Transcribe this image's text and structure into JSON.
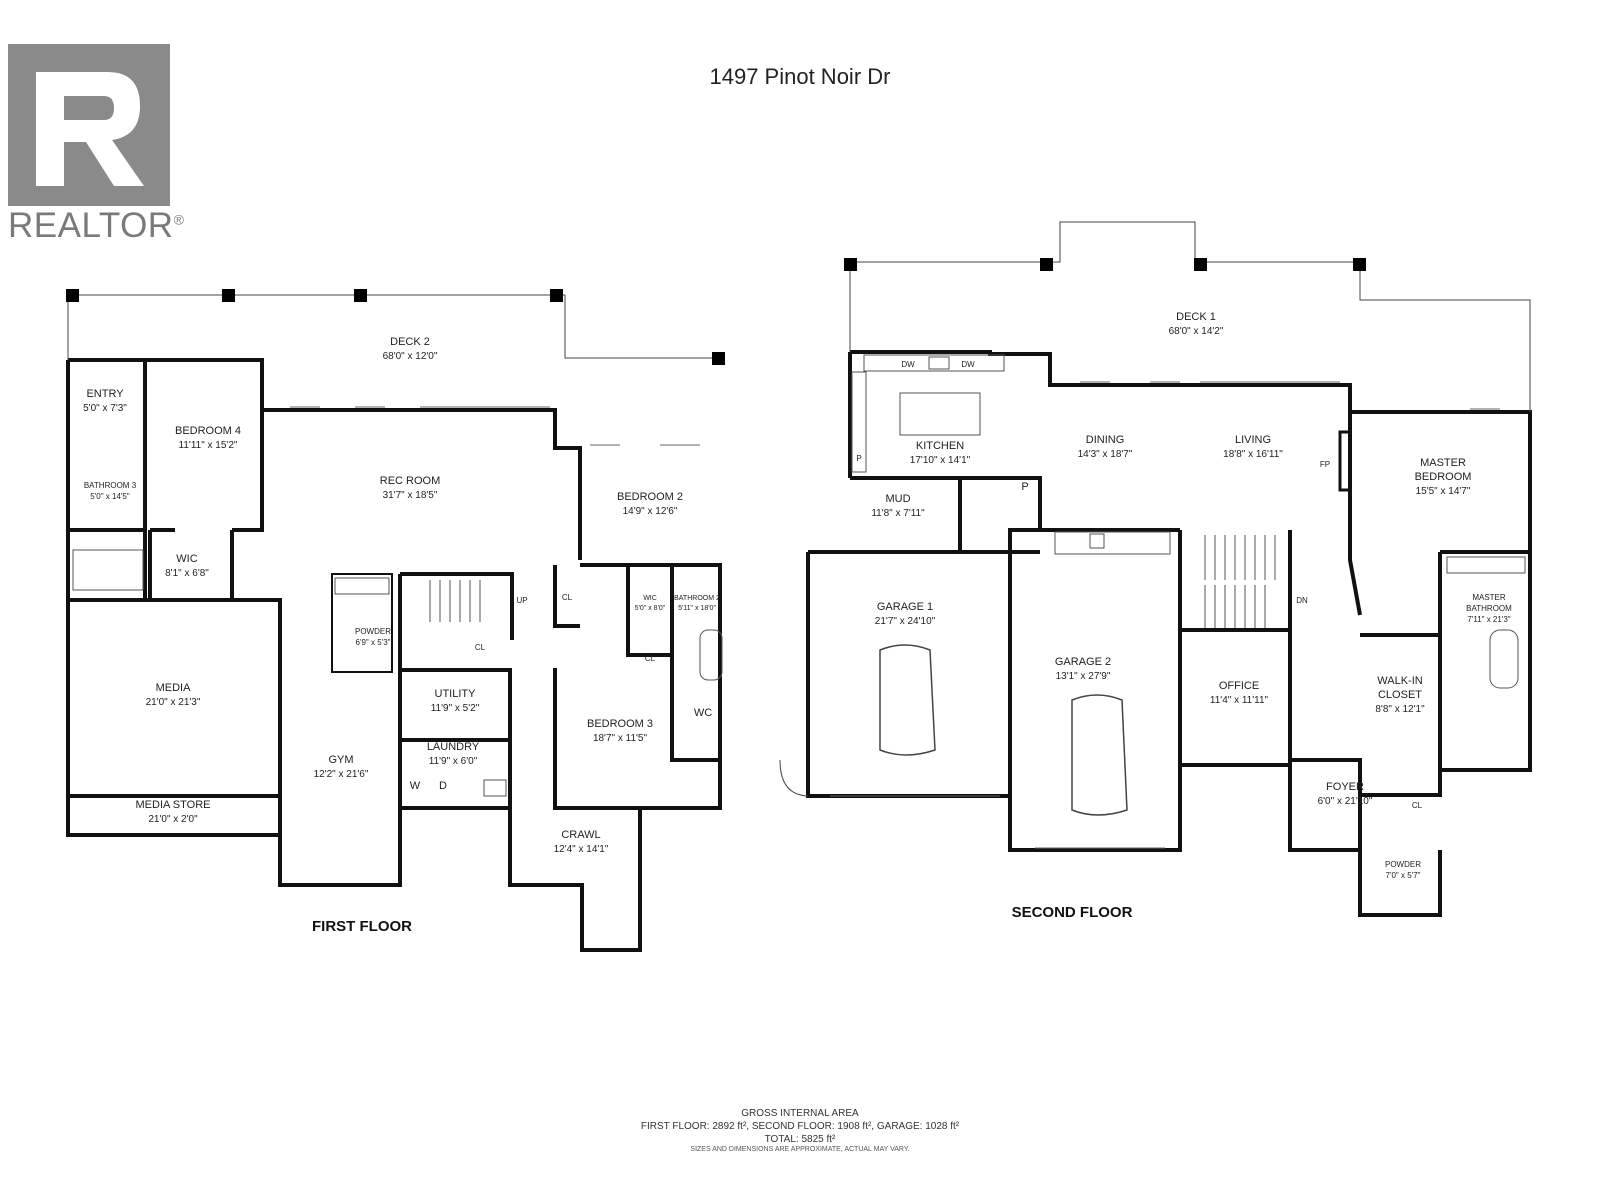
{
  "logo": {
    "text": "REALTOR",
    "mark": "®",
    "icon": "realtor-r-logo-icon"
  },
  "title": "1497 Pinot Noir Dr",
  "floors": {
    "first": "FIRST FLOOR",
    "second": "SECOND FLOOR"
  },
  "rooms": {
    "deck2": {
      "name": "DECK 2",
      "dim": "68'0\" x 12'0\""
    },
    "entry": {
      "name": "ENTRY",
      "dim": "5'0\" x 7'3\""
    },
    "bedroom4": {
      "name": "BEDROOM 4",
      "dim": "11'11\" x 15'2\""
    },
    "bathroom3": {
      "name": "BATHROOM 3",
      "dim": "5'0\" x 14'5\""
    },
    "recroom": {
      "name": "REC ROOM",
      "dim": "31'7\" x 18'5\""
    },
    "bedroom2": {
      "name": "BEDROOM 2",
      "dim": "14'9\" x 12'6\""
    },
    "wic1": {
      "name": "WIC",
      "dim": "8'1\" x 6'8\""
    },
    "powder1": {
      "name": "POWDER",
      "dim": "6'9\" x 5'3\""
    },
    "up": "UP",
    "cl1": "CL",
    "cl2": "CL",
    "cl3": "CL",
    "wic2": {
      "name": "WIC",
      "dim": "5'0\" x 8'0\""
    },
    "bathroom2": {
      "name": "BATHROOM 2",
      "dim": "5'11\" x 18'0\""
    },
    "media": {
      "name": "MEDIA",
      "dim": "21'0\" x 21'3\""
    },
    "utility": {
      "name": "UTILITY",
      "dim": "11'9\" x 5'2\""
    },
    "bedroom3": {
      "name": "BEDROOM 3",
      "dim": "18'7\" x 11'5\""
    },
    "wc": "WC",
    "gym": {
      "name": "GYM",
      "dim": "12'2\" x 21'6\""
    },
    "laundry": {
      "name": "LAUNDRY",
      "dim": "11'9\" x 6'0\""
    },
    "w": "W",
    "d": "D",
    "mediastore": {
      "name": "MEDIA STORE",
      "dim": "21'0\" x 2'0\""
    },
    "crawl": {
      "name": "CRAWL",
      "dim": "12'4\" x 14'1\""
    },
    "deck1": {
      "name": "DECK 1",
      "dim": "68'0\" x 14'2\""
    },
    "dw1": "DW",
    "dw2": "DW",
    "kitchen": {
      "name": "KITCHEN",
      "dim": "17'10\" x 14'1\""
    },
    "dining": {
      "name": "DINING",
      "dim": "14'3\" x 18'7\""
    },
    "living": {
      "name": "LIVING",
      "dim": "18'8\" x 16'11\""
    },
    "fp": "FP",
    "master": {
      "name1": "MASTER",
      "name2": "BEDROOM",
      "dim": "15'5\" x 14'7\""
    },
    "p1": "P",
    "p2": "P",
    "mud": {
      "name": "MUD",
      "dim": "11'8\" x 7'11\""
    },
    "garage1": {
      "name": "GARAGE 1",
      "dim": "21'7\" x 24'10\""
    },
    "garage2": {
      "name": "GARAGE 2",
      "dim": "13'1\" x 27'9\""
    },
    "dn": "DN",
    "office": {
      "name": "OFFICE",
      "dim": "11'4\" x 11'11\""
    },
    "masterbath": {
      "name1": "MASTER",
      "name2": "BATHROOM",
      "dim": "7'11\" x 21'3\""
    },
    "walkin": {
      "name1": "WALK-IN",
      "name2": "CLOSET",
      "dim": "8'8\" x 12'1\""
    },
    "foyer": {
      "name": "FOYER",
      "dim": "6'0\" x 21'10\""
    },
    "cl4": "CL",
    "powder2": {
      "name": "POWDER",
      "dim": "7'0\" x 5'7\""
    }
  },
  "footer": {
    "heading": "GROSS INTERNAL AREA",
    "areas": "FIRST FLOOR: 2892 ft², SECOND FLOOR: 1908 ft², GARAGE: 1028 ft²",
    "total": "TOTAL: 5825 ft²",
    "disclaimer": "SIZES AND DIMENSIONS ARE APPROXIMATE, ACTUAL MAY VARY."
  }
}
